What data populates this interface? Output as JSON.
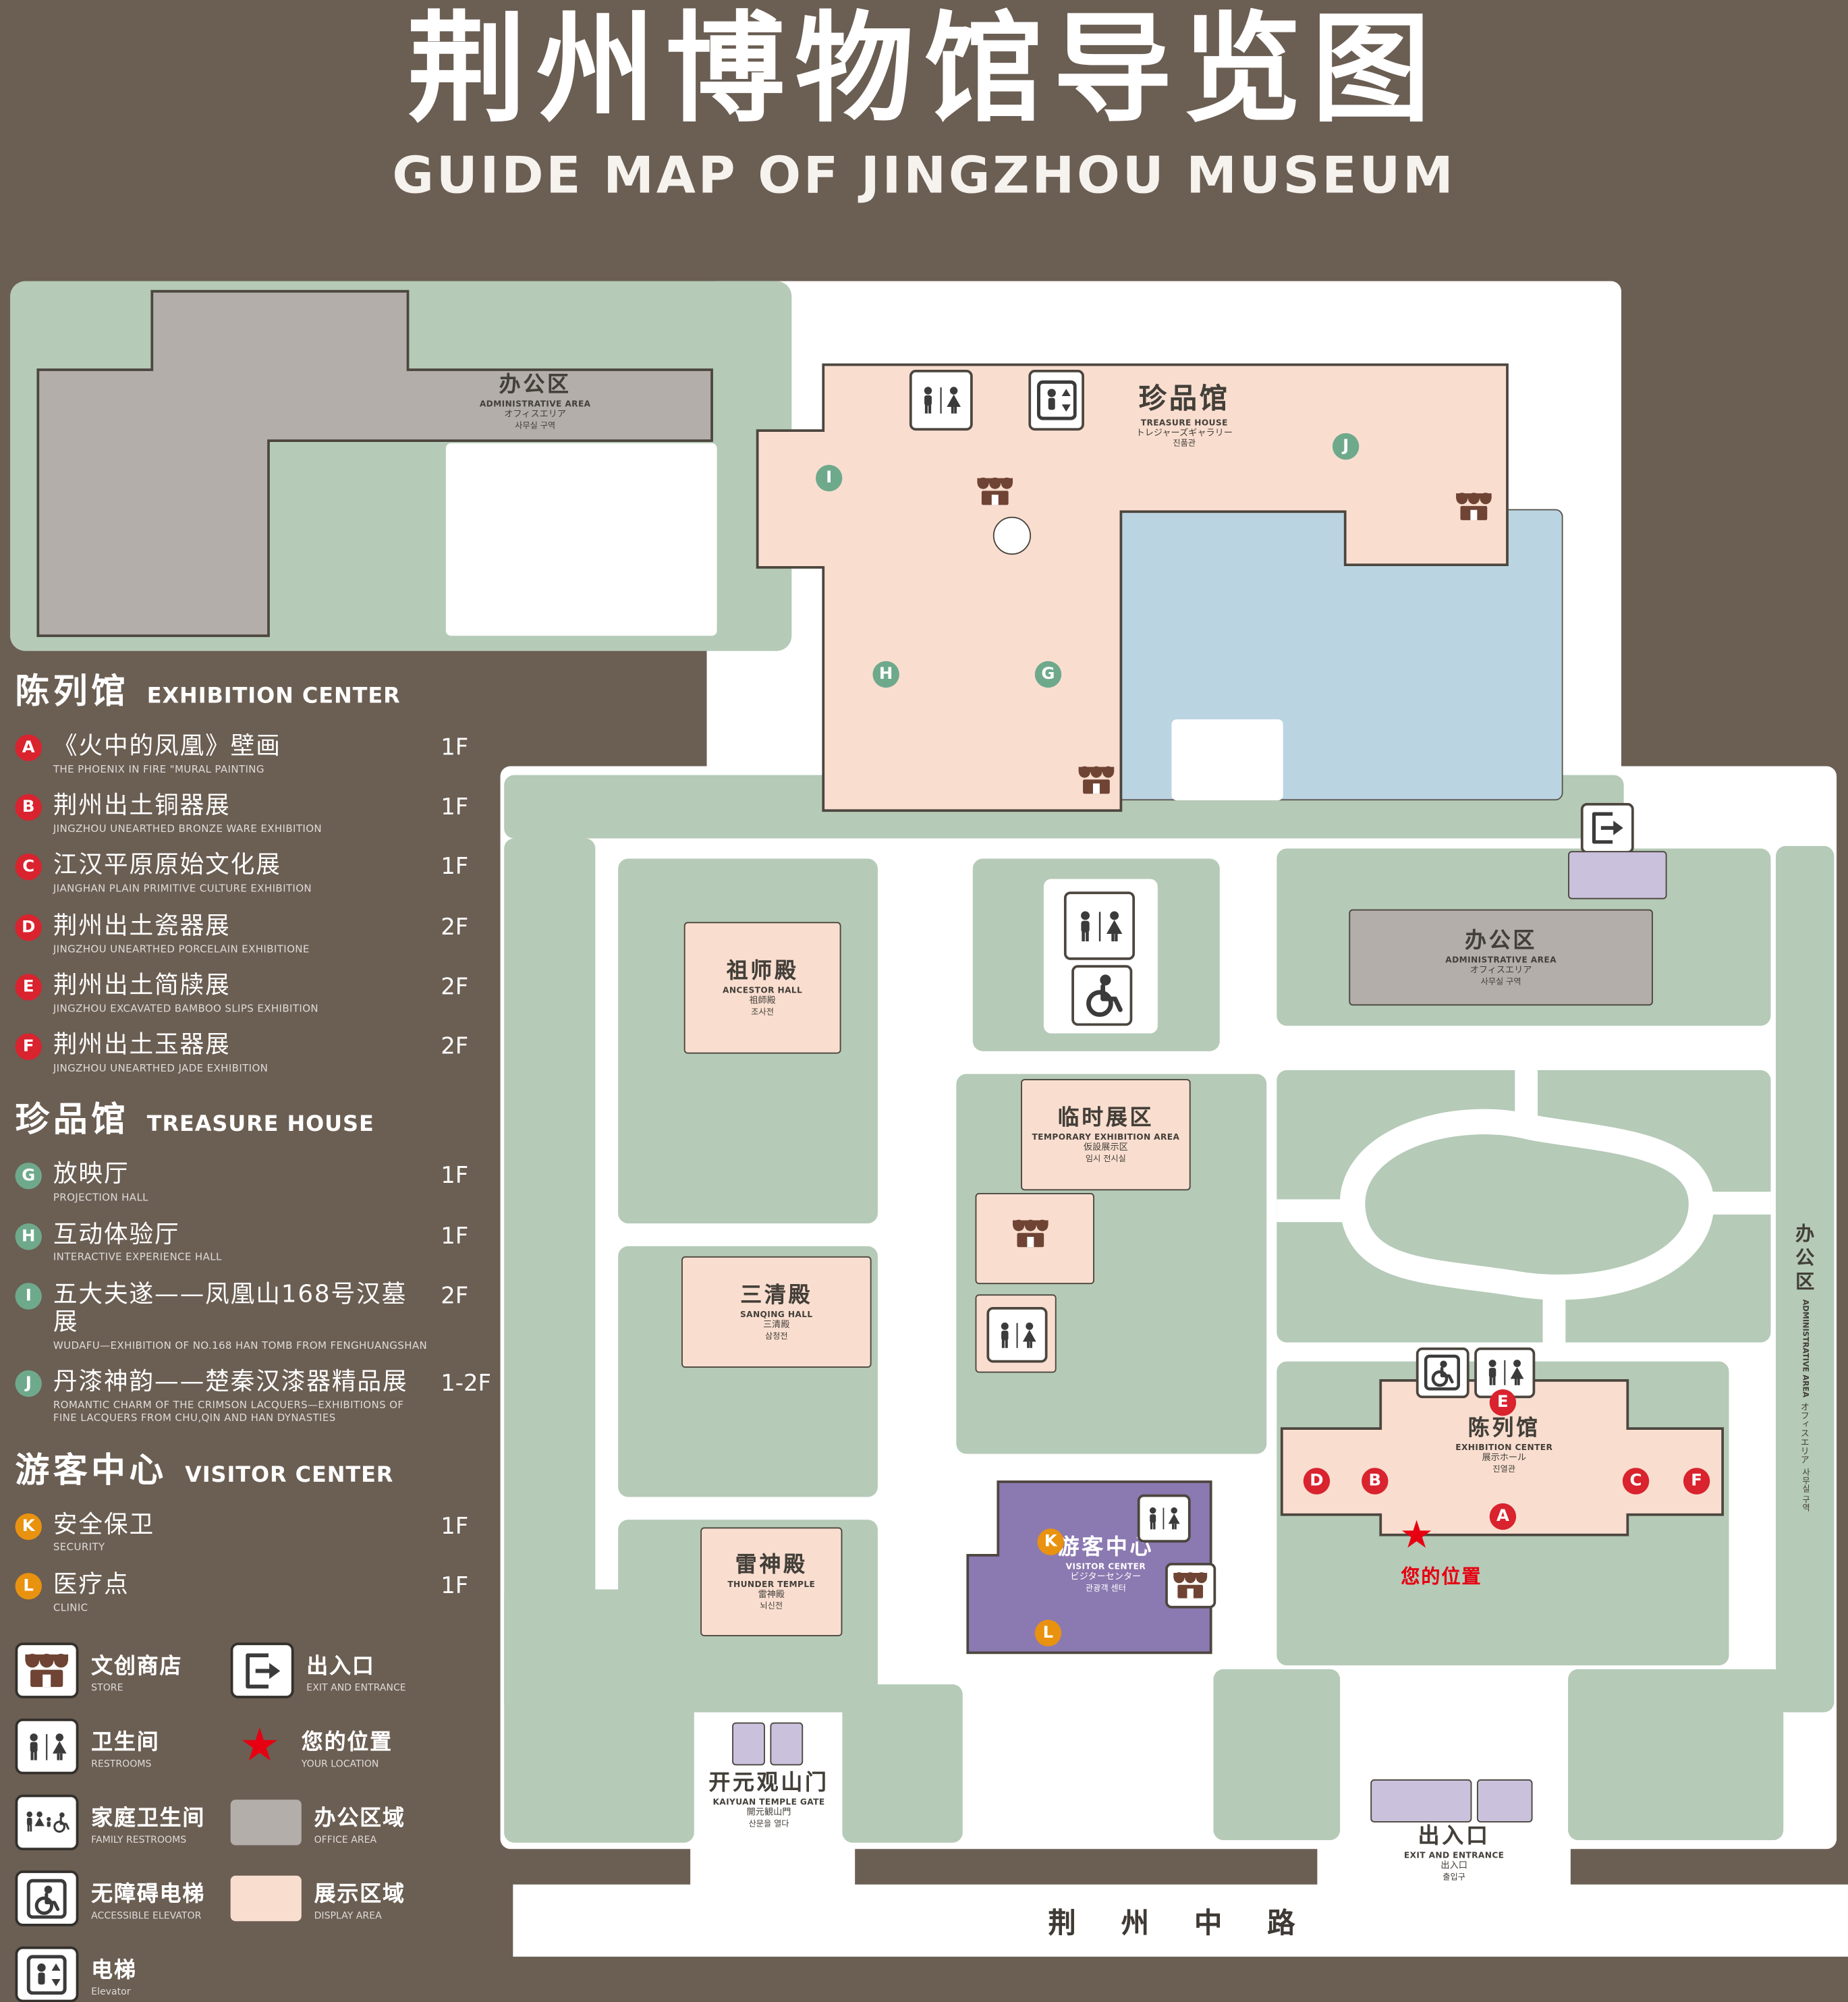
{
  "header": {
    "title": "荆州博物馆导览图",
    "subtitle": "GUIDE MAP OF JINGZHOU MUSEUM"
  },
  "legend": {
    "sections": [
      {
        "zh": "陈列馆",
        "en": "EXHIBITION CENTER",
        "items": [
          {
            "letter": "A",
            "zh": "《火中的凤凰》壁画",
            "en": "THE PHOENIX IN FIRE \"MURAL PAINTING",
            "floor": "1F"
          },
          {
            "letter": "B",
            "zh": "荆州出土铜器展",
            "en": "JINGZHOU UNEARTHED BRONZE WARE EXHIBITION",
            "floor": "1F"
          },
          {
            "letter": "C",
            "zh": "江汉平原原始文化展",
            "en": "JIANGHAN PLAIN PRIMITIVE CULTURE EXHIBITION",
            "floor": "1F"
          },
          {
            "letter": "D",
            "zh": "荆州出土瓷器展",
            "en": "JINGZHOU UNEARTHED PORCELAIN EXHIBITIONE",
            "floor": "2F"
          },
          {
            "letter": "E",
            "zh": "荆州出土简牍展",
            "en": "JINGZHOU EXCAVATED BAMBOO SLIPS EXHIBITION",
            "floor": "2F"
          },
          {
            "letter": "F",
            "zh": "荆州出土玉器展",
            "en": "JINGZHOU UNEARTHED JADE EXHIBITION",
            "floor": "2F"
          }
        ]
      },
      {
        "zh": "珍品馆",
        "en": "TREASURE HOUSE",
        "items": [
          {
            "letter": "G",
            "zh": "放映厅",
            "en": "PROJECTION HALL",
            "floor": "1F"
          },
          {
            "letter": "H",
            "zh": "互动体验厅",
            "en": "INTERACTIVE EXPERIENCE HALL",
            "floor": "1F"
          },
          {
            "letter": "I",
            "zh": "五大夫遂——凤凰山168号汉墓展",
            "en": "WUDAFU—EXHIBITION OF NO.168 HAN TOMB FROM FENGHUANGSHAN",
            "floor": "2F"
          },
          {
            "letter": "J",
            "zh": "丹漆神韵——楚秦汉漆器精品展",
            "en": "ROMANTIC CHARM OF THE CRIMSON LACQUERS—EXHIBITIONS OF FINE LACQUERS FROM CHU,QIN AND HAN DYNASTIES",
            "floor": "1-2F"
          }
        ]
      },
      {
        "zh": "游客中心",
        "en": "VISITOR CENTER",
        "items": [
          {
            "letter": "K",
            "zh": "安全保卫",
            "en": "SECURITY",
            "floor": "1F"
          },
          {
            "letter": "L",
            "zh": "医疗点",
            "en": "CLINIC",
            "floor": "1F"
          }
        ]
      }
    ],
    "symbols": [
      {
        "zh": "文创商店",
        "en": "STORE"
      },
      {
        "zh": "出入口",
        "en": "EXIT AND ENTRANCE"
      },
      {
        "zh": "卫生间",
        "en": "RESTROOMS"
      },
      {
        "zh": "您的位置",
        "en": "YOUR LOCATION"
      },
      {
        "zh": "家庭卫生间",
        "en": "FAMILY RESTROOMS"
      },
      {
        "zh": "办公区域",
        "en": "OFFICE AREA"
      },
      {
        "zh": "无障碍电梯",
        "en": "ACCESSIBLE ELEVATOR"
      },
      {
        "zh": "展示区域",
        "en": "DISPLAY AREA"
      },
      {
        "zh": "电梯",
        "en": "Elevator"
      }
    ]
  },
  "map": {
    "admin_top": {
      "zh": "办公区",
      "en": "ADMINISTRATIVE AREA",
      "jp": "オフィスエリア",
      "kr": "사무실 구역"
    },
    "treasure_house": {
      "zh": "珍品馆",
      "en": "TREASURE HOUSE",
      "jp": "トレジャーズギャラリー",
      "kr": "진품관"
    },
    "admin_mid": {
      "zh": "办公区",
      "en": "ADMINISTRATIVE AREA",
      "jp": "オフィスエリア",
      "kr": "사무실 구역"
    },
    "admin_right": {
      "zh": "办公区",
      "en": "ADMINISTRATIVE AREA",
      "jp": "オフィスエリア",
      "kr": "사무실 구역"
    },
    "ancestor_hall": {
      "zh": "祖师殿",
      "en": "ANCESTOR HALL",
      "jp": "祖師殿",
      "kr": "조사전"
    },
    "temporary_exhibition": {
      "zh": "临时展区",
      "en": "TEMPORARY EXHIBITION AREA",
      "jp": "仮設展示区",
      "kr": "임시 전시실"
    },
    "sanqing_hall": {
      "zh": "三清殿",
      "en": "SANQING HALL",
      "jp": "三清殿",
      "kr": "삼청전"
    },
    "thunder_temple": {
      "zh": "雷神殿",
      "en": "THUNDER TEMPLE",
      "jp": "雷神殿",
      "kr": "뇌신전"
    },
    "visitor_center": {
      "zh": "游客中心",
      "en": "VISITOR CENTER",
      "jp": "ビジターセンター",
      "kr": "관광객 센터"
    },
    "exhibition_center": {
      "zh": "陈列馆",
      "en": "EXHIBITION CENTER",
      "jp": "展示ホール",
      "kr": "진열관"
    },
    "exit_right": {
      "zh": "出入口",
      "en": "EXIT AND ENTRANCE",
      "jp": "出入口",
      "kr": "출입구"
    },
    "exit_bottom": {
      "zh": "出入口",
      "en": "EXIT AND ENTRANCE",
      "jp": "出入口",
      "kr": "출입구"
    },
    "gate": {
      "zh": "开元观山门",
      "en": "KAIYUAN TEMPLE GATE",
      "jp": "開元観山門",
      "kr": "산문을 열다"
    },
    "your_location": "您的位置",
    "road": "荆 州 中 路",
    "markers": {
      "A": "A",
      "B": "B",
      "C": "C",
      "D": "D",
      "E": "E",
      "F": "F",
      "G": "G",
      "H": "H",
      "I": "I",
      "J": "J",
      "K": "K",
      "L": "L"
    }
  }
}
